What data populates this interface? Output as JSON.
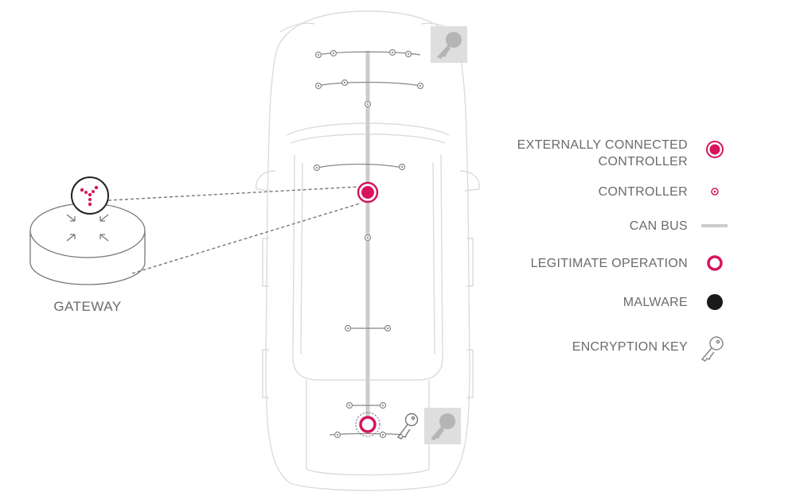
{
  "colors": {
    "accent": "#d6155e",
    "malware": "#1a1a1a",
    "bus": "#cccccc",
    "outline": "#d9d9d9",
    "text": "#6b6b6b"
  },
  "gateway": {
    "label": "GATEWAY"
  },
  "legend": {
    "external_line1": "EXTERNALLY CONNECTED",
    "external_line2": "CONTROLLER",
    "controller": "CONTROLLER",
    "can_bus": "CAN BUS",
    "legitimate": "LEGITIMATE OPERATION",
    "malware": "MALWARE",
    "key": "ENCRYPTION KEY"
  }
}
